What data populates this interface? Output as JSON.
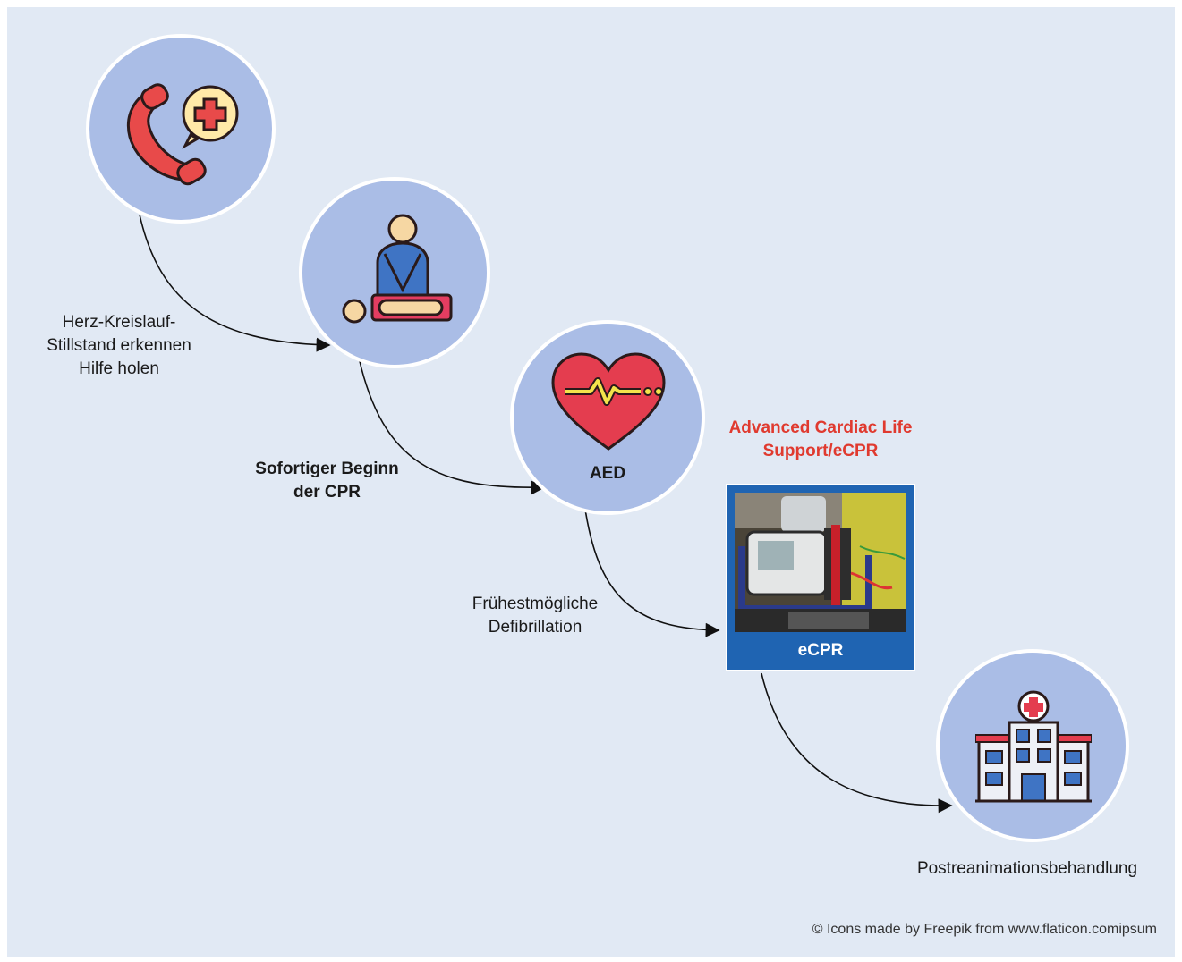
{
  "steps": {
    "recognize_label_line1": "Herz-Kreislauf-",
    "recognize_label_line2": "Stillstand erkennen",
    "recognize_label_line3": "Hilfe holen",
    "cpr_label_line1": "Sofortiger Beginn",
    "cpr_label_line2": "der CPR",
    "aed_badge": "AED",
    "defib_label_line1": "Frühestmögliche",
    "defib_label_line2": "Defibrillation",
    "acls_label_line1": "Advanced Cardiac Life",
    "acls_label_line2": "Support/eCPR",
    "ecpr_caption": "eCPR",
    "post_label": "Postreanimationsbehandlung"
  },
  "credit": "© Icons made by Freepik from www.flaticon.comipsum",
  "colors": {
    "background": "#e1e9f4",
    "circle_fill": "#aabde6",
    "acls_red": "#e03a2f",
    "ecpr_blue": "#1f64b2"
  },
  "icons": [
    "phone-help-icon",
    "cpr-person-icon",
    "heart-pulse-icon",
    "ecpr-machine-photo",
    "hospital-icon"
  ]
}
